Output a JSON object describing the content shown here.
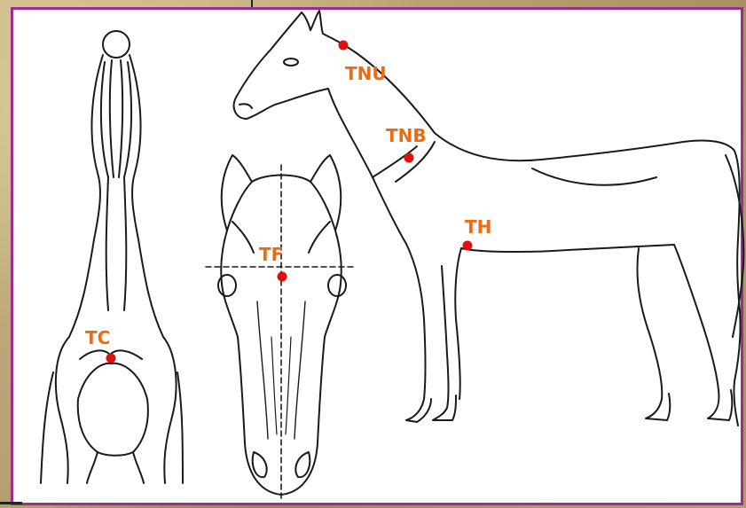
{
  "points": [
    {
      "id": "tnu",
      "label": "TNU"
    },
    {
      "id": "tnb",
      "label": "TNB"
    },
    {
      "id": "th",
      "label": "TH"
    },
    {
      "id": "tf",
      "label": "TF"
    },
    {
      "id": "tc",
      "label": "TC"
    }
  ],
  "colors": {
    "label": "#f06a12",
    "dot": "#e01010",
    "frame": "#9b2f8f",
    "line": "#1a1a1a"
  }
}
